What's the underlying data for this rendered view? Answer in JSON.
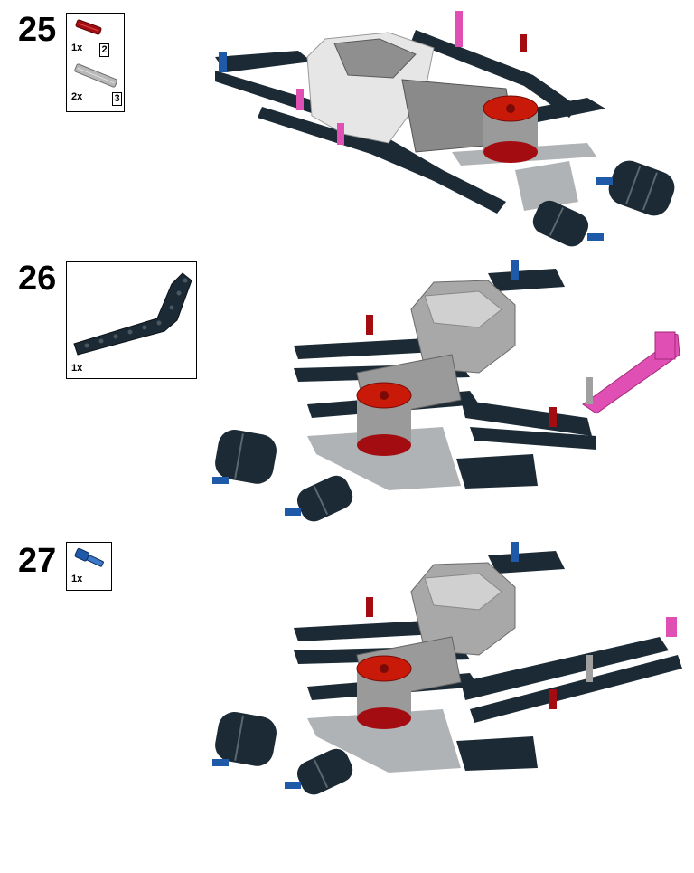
{
  "steps": [
    {
      "number": "25",
      "parts": [
        {
          "qty": "1x",
          "length": "2",
          "name": "axle-2",
          "color": "#a30d12"
        },
        {
          "qty": "2x",
          "length": "3",
          "name": "axle-3",
          "color": "#a0a0a0"
        }
      ]
    },
    {
      "number": "26",
      "parts": [
        {
          "qty": "1x",
          "name": "bent-beam",
          "color": "#1b2a34"
        }
      ]
    },
    {
      "number": "27",
      "parts": [
        {
          "qty": "1x",
          "name": "axle-pin-blue",
          "color": "#1e5aa8"
        }
      ]
    }
  ],
  "colors": {
    "dark_beam": "#1b2a34",
    "light_gray": "#a0a5a9",
    "red": "#c91a09",
    "magenta": "#e04fb4",
    "blue": "#1e5aa8",
    "white_motor": "#e8e8e8"
  }
}
